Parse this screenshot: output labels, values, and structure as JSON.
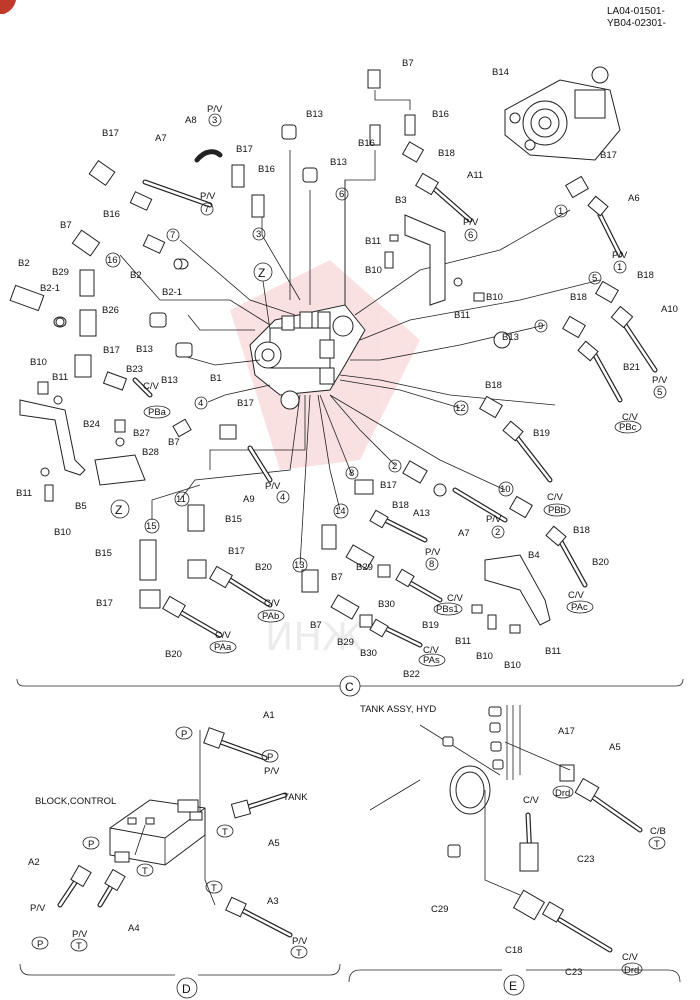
{
  "header": {
    "code1": "LA04-01501-",
    "code2": "YB04-02301-"
  },
  "sections": {
    "c": "C",
    "d": "D",
    "e": "E"
  },
  "titles": {
    "block_control": "BLOCK,CONTROL",
    "tank_assy": "TANK ASSY, HYD"
  },
  "zoom": "Z",
  "circled_nums": [
    "1",
    "2",
    "3",
    "4",
    "5",
    "6",
    "7",
    "8",
    "9",
    "10",
    "11",
    "12",
    "13",
    "14",
    "15",
    "16"
  ],
  "part_labels": {
    "B7": "B7",
    "B14": "B14",
    "B16": "B16",
    "B13": "B13",
    "B18": "B18",
    "B17": "B17",
    "A7": "A7",
    "A8": "A8",
    "A6": "A6",
    "A11": "A11",
    "B3": "B3",
    "B11": "B11",
    "B10": "B10",
    "B2": "B2",
    "B2_1": "B2-1",
    "B29": "B29",
    "B26": "B26",
    "B1": "B1",
    "B23": "B23",
    "B5": "B5",
    "B24": "B24",
    "B27": "B27",
    "B28": "B28",
    "A9": "A9",
    "A10": "A10",
    "B21": "B21",
    "B19": "B19",
    "A13": "A13",
    "B15": "B15",
    "B20": "B20",
    "B4": "B4",
    "B30": "B30",
    "B22": "B22",
    "A1": "A1",
    "A5": "A5",
    "A2": "A2",
    "A4": "A4",
    "A3": "A3",
    "A17": "A17",
    "C23": "C23",
    "C29": "C29",
    "C18": "C18"
  },
  "port_labels": {
    "pv": "P/V",
    "cv": "C/V",
    "cb": "C/B",
    "tank": "TANK",
    "pv1": "1",
    "pv2": "2",
    "pv3": "3",
    "pv4": "4",
    "pv5": "5",
    "pv6": "6",
    "pv7": "7",
    "pv8": "8",
    "pba": "PBa",
    "pbb": "PBb",
    "pbc": "PBc",
    "pbs1": "PBs1",
    "pac": "PAc",
    "pas": "PAs",
    "pab": "PAb",
    "paa": "PAa",
    "p": "P",
    "t": "T",
    "drd": "Drd"
  }
}
